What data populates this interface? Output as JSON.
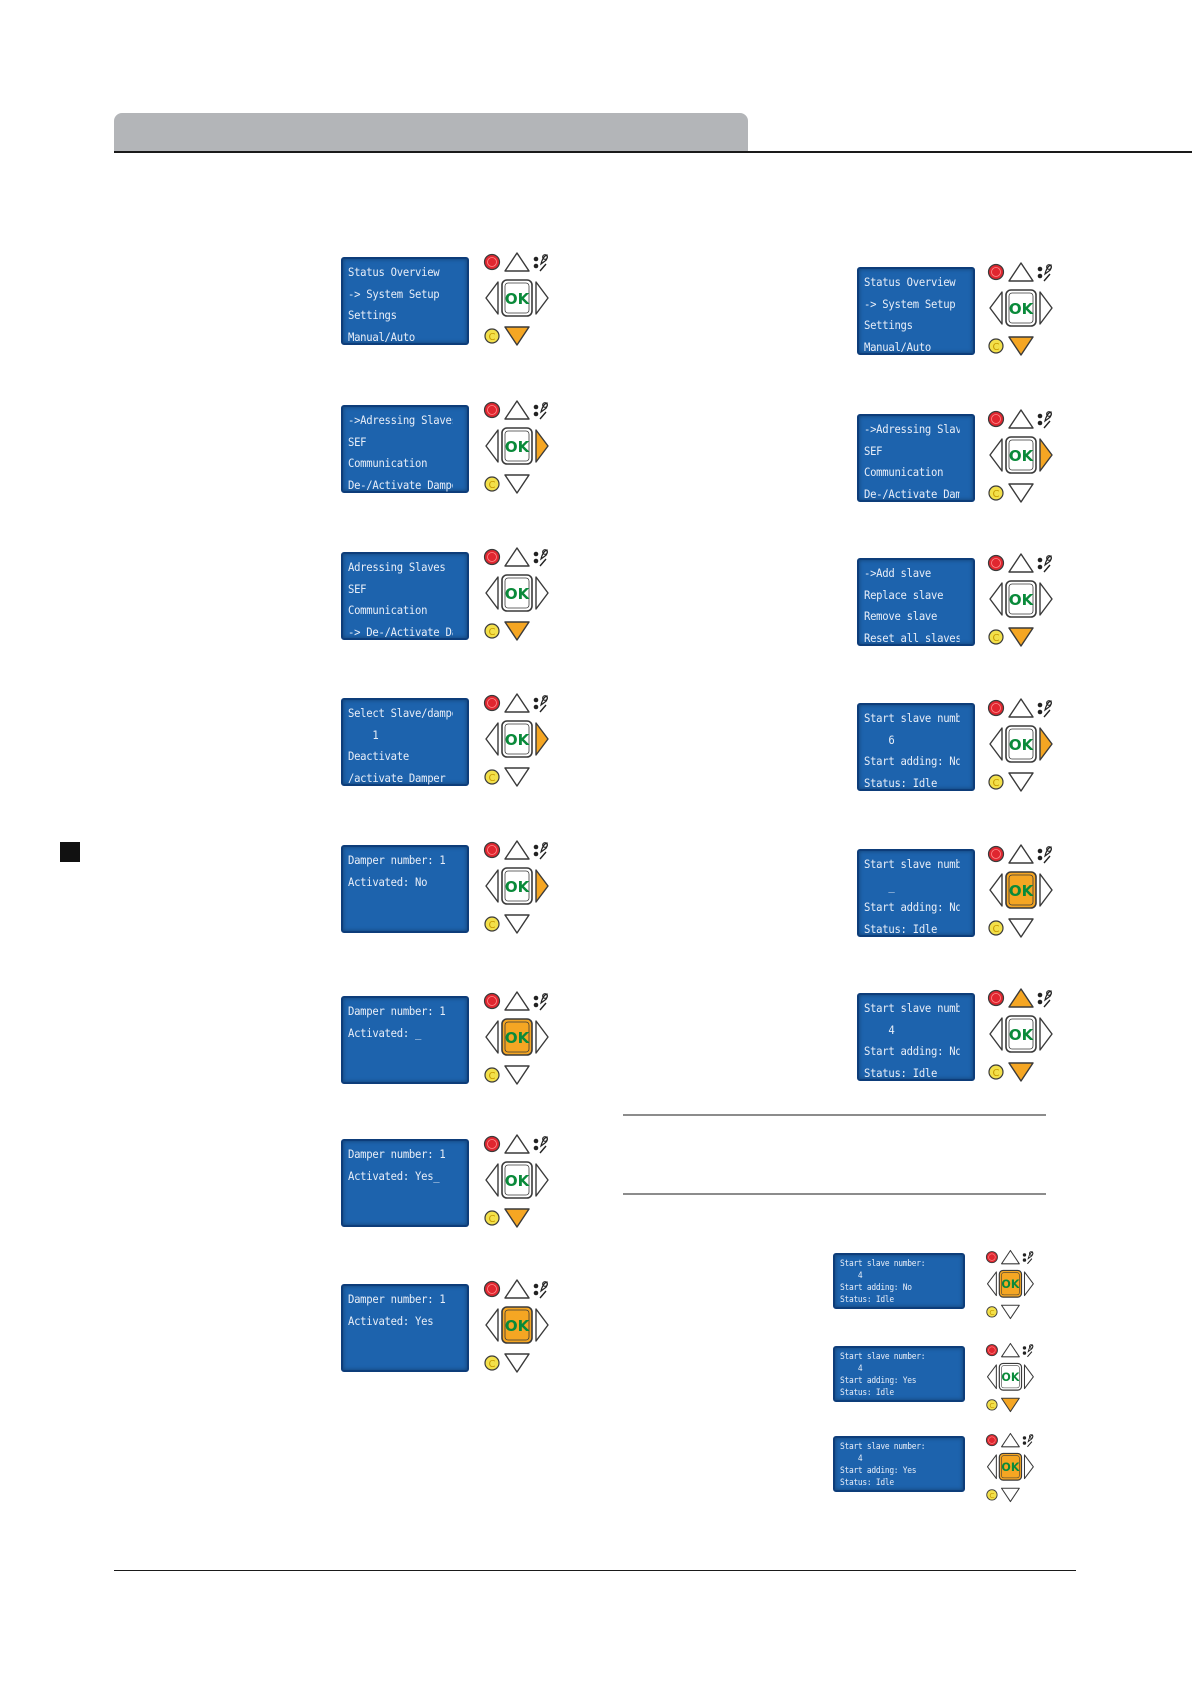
{
  "colors": {
    "lcd_background": "#1d63ad",
    "lcd_text": "#e8eef8",
    "header_bar": "#b3b5b8",
    "key_highlight": "#f5a623",
    "ok_text": "#0a8a3a",
    "stop_red": "#e0262f",
    "clear_yellow": "#f3e04a"
  },
  "left_column": [
    {
      "lines": [
        "Status Overview",
        "-> System Setup",
        "Settings",
        "Manual/Auto"
      ],
      "highlight": [
        "down"
      ]
    },
    {
      "lines": [
        "->Adressing Slaves",
        "SEF",
        "Communication",
        "De-/Activate Damper"
      ],
      "highlight": [
        "right"
      ]
    },
    {
      "lines": [
        "Adressing Slaves",
        "SEF",
        "Communication",
        "-> De-/Activate Damper"
      ],
      "highlight": [
        "down"
      ]
    },
    {
      "lines": [
        "Select Slave/damper",
        "    1",
        "Deactivate",
        "/activate Damper -->"
      ],
      "highlight": [
        "right"
      ]
    },
    {
      "lines": [
        "Damper number: 1",
        "Activated: No",
        "",
        ""
      ],
      "highlight": [
        "right"
      ]
    },
    {
      "lines": [
        "Damper number: 1",
        "Activated: _",
        "",
        ""
      ],
      "highlight": [
        "ok"
      ]
    },
    {
      "lines": [
        "Damper number: 1",
        "Activated: Yes_",
        "",
        ""
      ],
      "highlight": [
        "down"
      ]
    },
    {
      "lines": [
        "Damper number: 1",
        "Activated: Yes",
        "",
        ""
      ],
      "highlight": [
        "ok"
      ]
    }
  ],
  "right_column": [
    {
      "lines": [
        "Status Overview",
        "-> System Setup",
        "Settings",
        "Manual/Auto"
      ],
      "highlight": [
        "down"
      ]
    },
    {
      "lines": [
        "->Adressing Slaves",
        "SEF",
        "Communication",
        "De-/Activate Damper"
      ],
      "highlight": [
        "right"
      ]
    },
    {
      "lines": [
        "->Add slave",
        "Replace slave",
        "Remove slave",
        "Reset all slaves"
      ],
      "highlight": [
        "down"
      ]
    },
    {
      "lines": [
        "Start slave number:",
        "    6",
        "Start adding: No",
        "Status: Idle"
      ],
      "highlight": [
        "right"
      ]
    },
    {
      "lines": [
        "Start slave number:",
        "    _",
        "Start adding: No",
        "Status: Idle"
      ],
      "highlight": [
        "ok"
      ]
    },
    {
      "lines": [
        "Start slave number:",
        "    4",
        "Start adding: No",
        "Status: Idle"
      ],
      "highlight": [
        "up",
        "down"
      ]
    }
  ],
  "right_small": [
    {
      "lines": [
        "Start slave number:",
        "    4",
        "Start adding: No",
        "Status: Idle"
      ],
      "highlight": [
        "ok"
      ]
    },
    {
      "lines": [
        "Start slave number:",
        "    4",
        "Start adding: Yes",
        "Status: Idle"
      ],
      "highlight": [
        "down"
      ]
    },
    {
      "lines": [
        "Start slave number:",
        "    4",
        "Start adding: Yes",
        "Status: Idle"
      ],
      "highlight": [
        "ok"
      ]
    }
  ],
  "keypad": {
    "ok_label": "OK",
    "clear_label": "C",
    "icons": [
      "stop-button-icon",
      "up-arrow-icon",
      "left-arrow-icon",
      "right-arrow-icon",
      "down-arrow-icon",
      "clear-button-icon",
      "service-icon"
    ]
  }
}
